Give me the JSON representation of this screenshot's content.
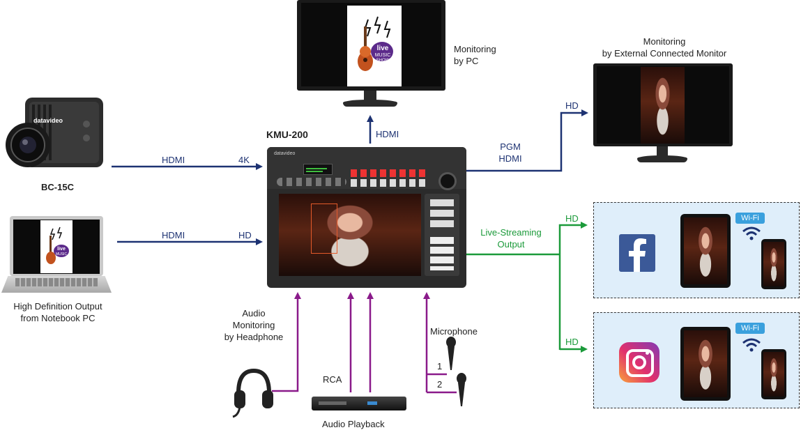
{
  "device": {
    "name": "KMU-200",
    "brand": "datavideo"
  },
  "camera": {
    "name": "BC-15C",
    "brand": "datavideo"
  },
  "notebook": {
    "caption_line1": "High Definition Output",
    "caption_line2": "from Notebook PC"
  },
  "monitor_pc": {
    "caption_line1": "Monitoring",
    "caption_line2": "by PC"
  },
  "monitor_ext": {
    "caption_line1": "Monitoring",
    "caption_line2": "by External Connected Monitor"
  },
  "poster": {
    "line1": "live",
    "line2": "MUSIC",
    "line3": "SHOW"
  },
  "links": {
    "camera_hdmi": "HDMI",
    "camera_res": "4K",
    "notebook_hdmi": "HDMI",
    "notebook_res": "HD",
    "pc_hdmi": "HDMI",
    "pgm_line1": "PGM",
    "pgm_line2": "HDMI",
    "ext_res": "HD",
    "stream_line1": "Live-Streaming",
    "stream_line2": "Output",
    "fb_res": "HD",
    "ig_res": "HD"
  },
  "audio": {
    "headphone_line1": "Audio",
    "headphone_line2": "Monitoring",
    "headphone_line3": "by Headphone",
    "rca": "RCA",
    "playback": "Audio Playback",
    "microphone": "Microphone",
    "mic1": "1",
    "mic2": "2"
  },
  "wifi_label": "Wi-Fi",
  "colors": {
    "video": "#1d3272",
    "stream": "#1b9a3a",
    "audio": "#8a1a8a",
    "facebook": "#3b5998"
  },
  "icons": [
    "facebook-icon",
    "instagram-icon",
    "wifi-icon",
    "headphone-icon",
    "microphone-icon"
  ]
}
